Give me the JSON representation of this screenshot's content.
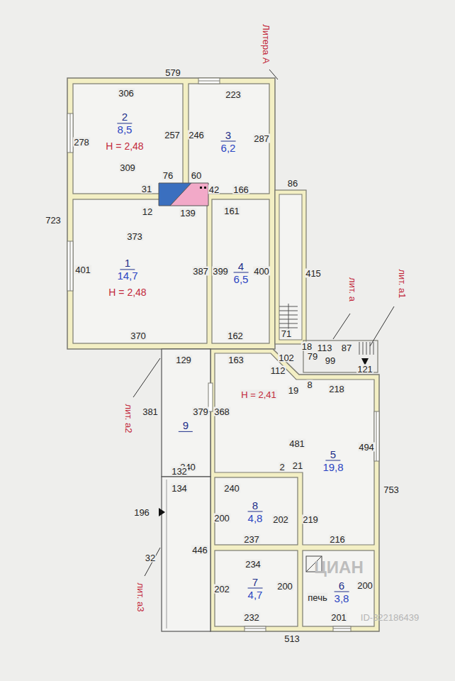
{
  "diagram": {
    "nodes": [
      {
        "text": [
          "2",
          "8,5",
          "Н = 2,48"
        ]
      },
      {
        "text": [
          "3",
          "6,2"
        ]
      },
      {
        "text": [
          "1",
          "14,7",
          "Н = 2,48"
        ]
      },
      {
        "text": [
          "4",
          "6,5"
        ]
      },
      {
        "text": [
          "9"
        ]
      },
      {
        "text": [
          "5",
          "19,8"
        ]
      },
      {
        "text": [
          "8",
          "4,8"
        ]
      },
      {
        "text": [
          "7",
          "4,7"
        ]
      },
      {
        "text": [
          "6",
          "3,8"
        ]
      }
    ],
    "labels": [
      "Литера А",
      "579",
      "306",
      "223",
      "287",
      "257",
      "246",
      "278",
      "309",
      "723",
      "76",
      "60",
      "31",
      "12",
      "42",
      "166",
      "86",
      "139",
      "161",
      "373",
      "415",
      "387",
      "399",
      "400",
      "401",
      "лит. а1",
      "лит. а",
      "71",
      "370",
      "162",
      "18",
      "113",
      "87",
      "79",
      "99",
      "121",
      "102",
      "112",
      "163",
      "129",
      "19",
      "8",
      "218",
      "Н = 2,41",
      "381",
      "379",
      "368",
      "481",
      "494",
      "753",
      "лит. а2",
      "240",
      "2",
      "21",
      "132",
      "134",
      "240",
      "200",
      "202",
      "219",
      "196",
      "446",
      "237",
      "216",
      "234",
      "32",
      "лит. а3",
      "200",
      "202",
      "200",
      "печь",
      "232",
      "201",
      "513",
      "ЦИАН",
      "ID-322186439"
    ]
  }
}
